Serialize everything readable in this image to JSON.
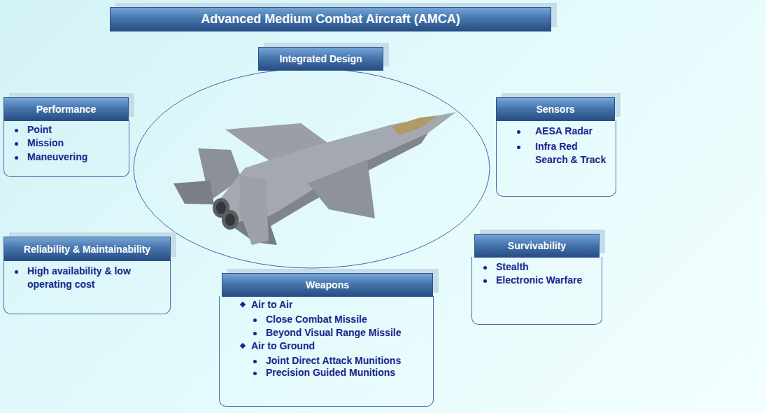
{
  "diagram": {
    "title": "Advanced Medium Combat Aircraft (AMCA)",
    "nodes": [
      {
        "text": [
          "Integrated Design"
        ]
      },
      {
        "text": [
          "Performance",
          "Point",
          "Mission",
          "Maneuvering"
        ]
      },
      {
        "text": [
          "Sensors",
          "AESA Radar",
          "Infra Red Search & Track"
        ]
      },
      {
        "text": [
          "Reliability & Maintainability",
          "High availability & low operating cost"
        ]
      },
      {
        "text": [
          "Survivability",
          "Stealth",
          "Electronic Warfare"
        ]
      },
      {
        "text": [
          "Weapons",
          "Air to Air",
          "Close Combat Missile",
          "Beyond Visual Range Missile",
          "Air to Ground",
          "Joint Direct Attack Munitions",
          "Precision Guided Munitions"
        ]
      }
    ]
  }
}
